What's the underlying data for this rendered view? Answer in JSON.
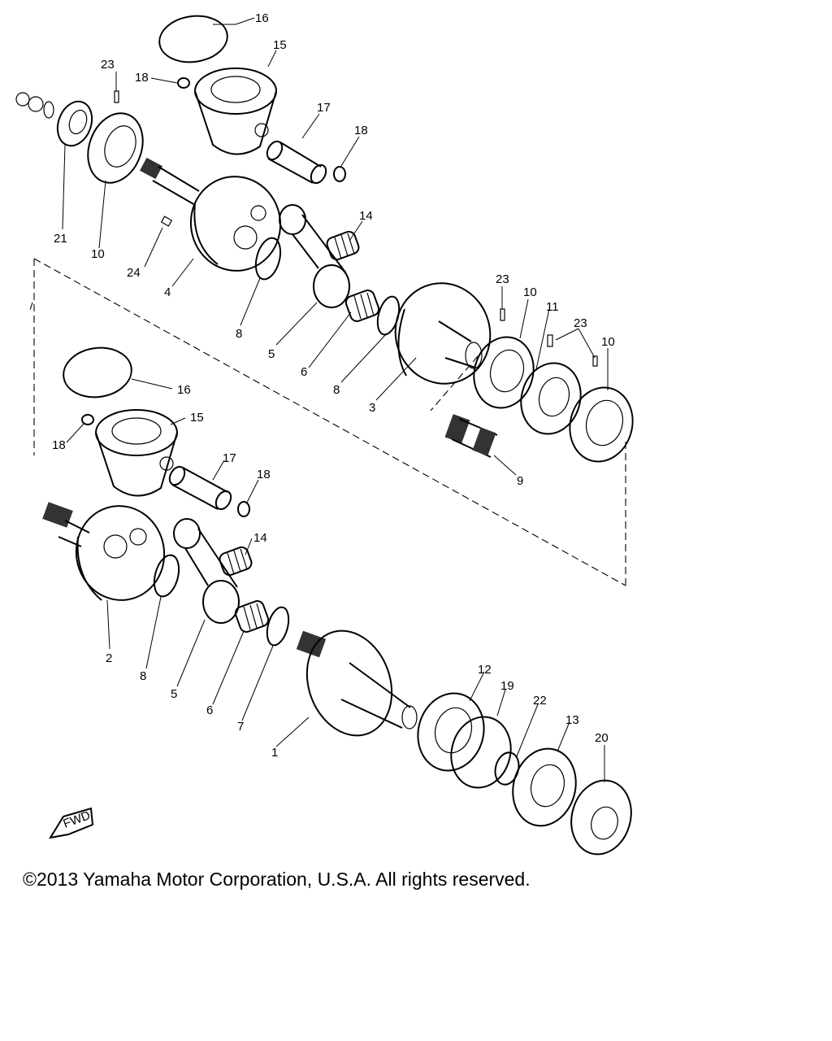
{
  "diagram": {
    "callouts": {
      "c1": "1",
      "c2": "2",
      "c3": "3",
      "c4": "4",
      "c5a": "5",
      "c5b": "5",
      "c6a": "6",
      "c6b": "6",
      "c7": "7",
      "c8a": "8",
      "c8b": "8",
      "c8c": "8",
      "c9": "9",
      "c10a": "10",
      "c10b": "10",
      "c10c": "10",
      "c11": "11",
      "c12": "12",
      "c13": "13",
      "c14a": "14",
      "c14b": "14",
      "c15a": "15",
      "c15b": "15",
      "c16a": "16",
      "c16b": "16",
      "c17a": "17",
      "c17b": "17",
      "c18a": "18",
      "c18b": "18",
      "c18c": "18",
      "c18d": "18",
      "c19": "19",
      "c20": "20",
      "c21": "21",
      "c22": "22",
      "c23a": "23",
      "c23b": "23",
      "c23c": "23",
      "c24": "24"
    },
    "fwd_label": "FWD"
  },
  "footer": {
    "copyright": "©2013 Yamaha Motor Corporation, U.S.A. All rights reserved."
  }
}
